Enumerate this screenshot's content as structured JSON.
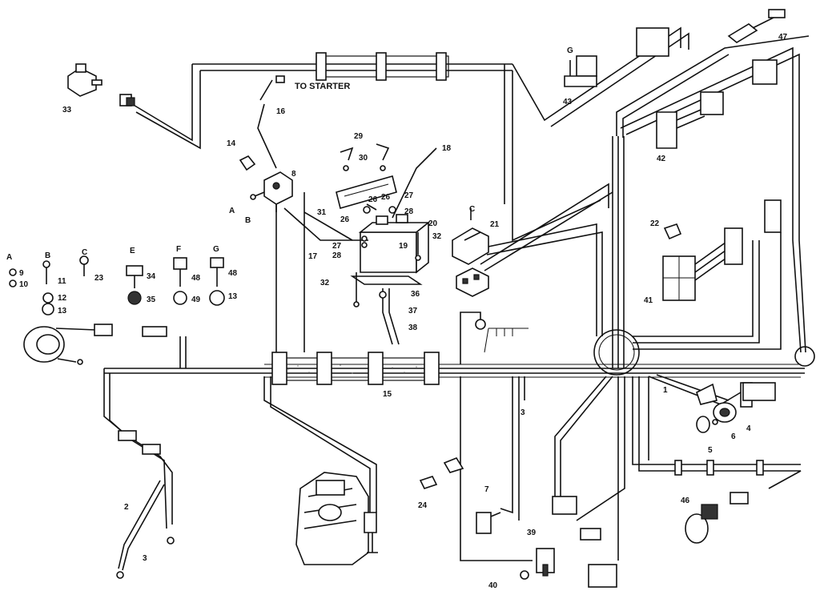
{
  "diagram": {
    "text_label": "TO STARTER",
    "hardware_letters": [
      "A",
      "B",
      "C",
      "E",
      "F",
      "G"
    ],
    "part_numbers": {
      "n1": "1",
      "n2": "2",
      "n3": "3",
      "n3b": "3",
      "n4": "4",
      "n5": "5",
      "n6": "6",
      "n7": "7",
      "n8": "8",
      "n9": "9",
      "n10": "10",
      "n11": "11",
      "n12": "12",
      "n13": "13",
      "n13b": "13",
      "n14": "14",
      "n15": "15",
      "n16": "16",
      "n17": "17",
      "n18": "18",
      "n19": "19",
      "n20": "20",
      "n21": "21",
      "n22": "22",
      "n23": "23",
      "n24": "24",
      "n26": "26",
      "n26b": "26",
      "n27": "27",
      "n27b": "27",
      "n28": "28",
      "n28b": "28",
      "n29": "29",
      "n30": "30",
      "n31": "31",
      "n32": "32",
      "n32b": "32",
      "n33": "33",
      "n34": "34",
      "n35": "35",
      "n36": "36",
      "n37": "37",
      "n38": "38",
      "n39": "39",
      "n40": "40",
      "n41": "41",
      "n42": "42",
      "n43": "43",
      "n46": "46",
      "n47": "47",
      "n48": "48",
      "n48b": "48",
      "n49": "49"
    },
    "callout_letters": {
      "g_relay": "G",
      "c_solenoid": "C",
      "a_terminal": "A",
      "b_terminal": "B",
      "a_small": "A",
      "b_small": "B",
      "c_small": "C",
      "e_small": "E",
      "f_small": "F",
      "g_small": "G"
    }
  }
}
